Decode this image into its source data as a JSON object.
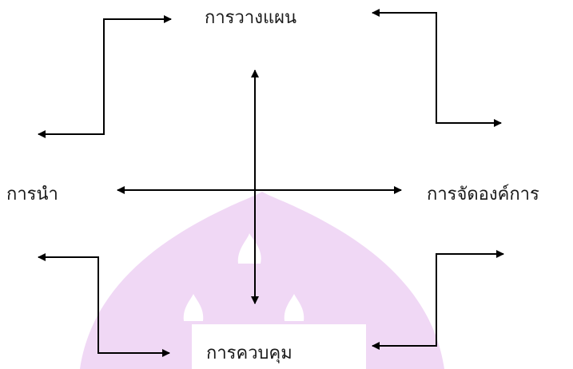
{
  "diagram": {
    "nodes": {
      "top": "การวางแผน",
      "left": "การนำ",
      "right": "การจัดองค์การ",
      "bottom": "การควบคุม"
    }
  },
  "colors": {
    "line": "#000000",
    "watermark": "#f0d8f5",
    "background": "#ffffff"
  }
}
